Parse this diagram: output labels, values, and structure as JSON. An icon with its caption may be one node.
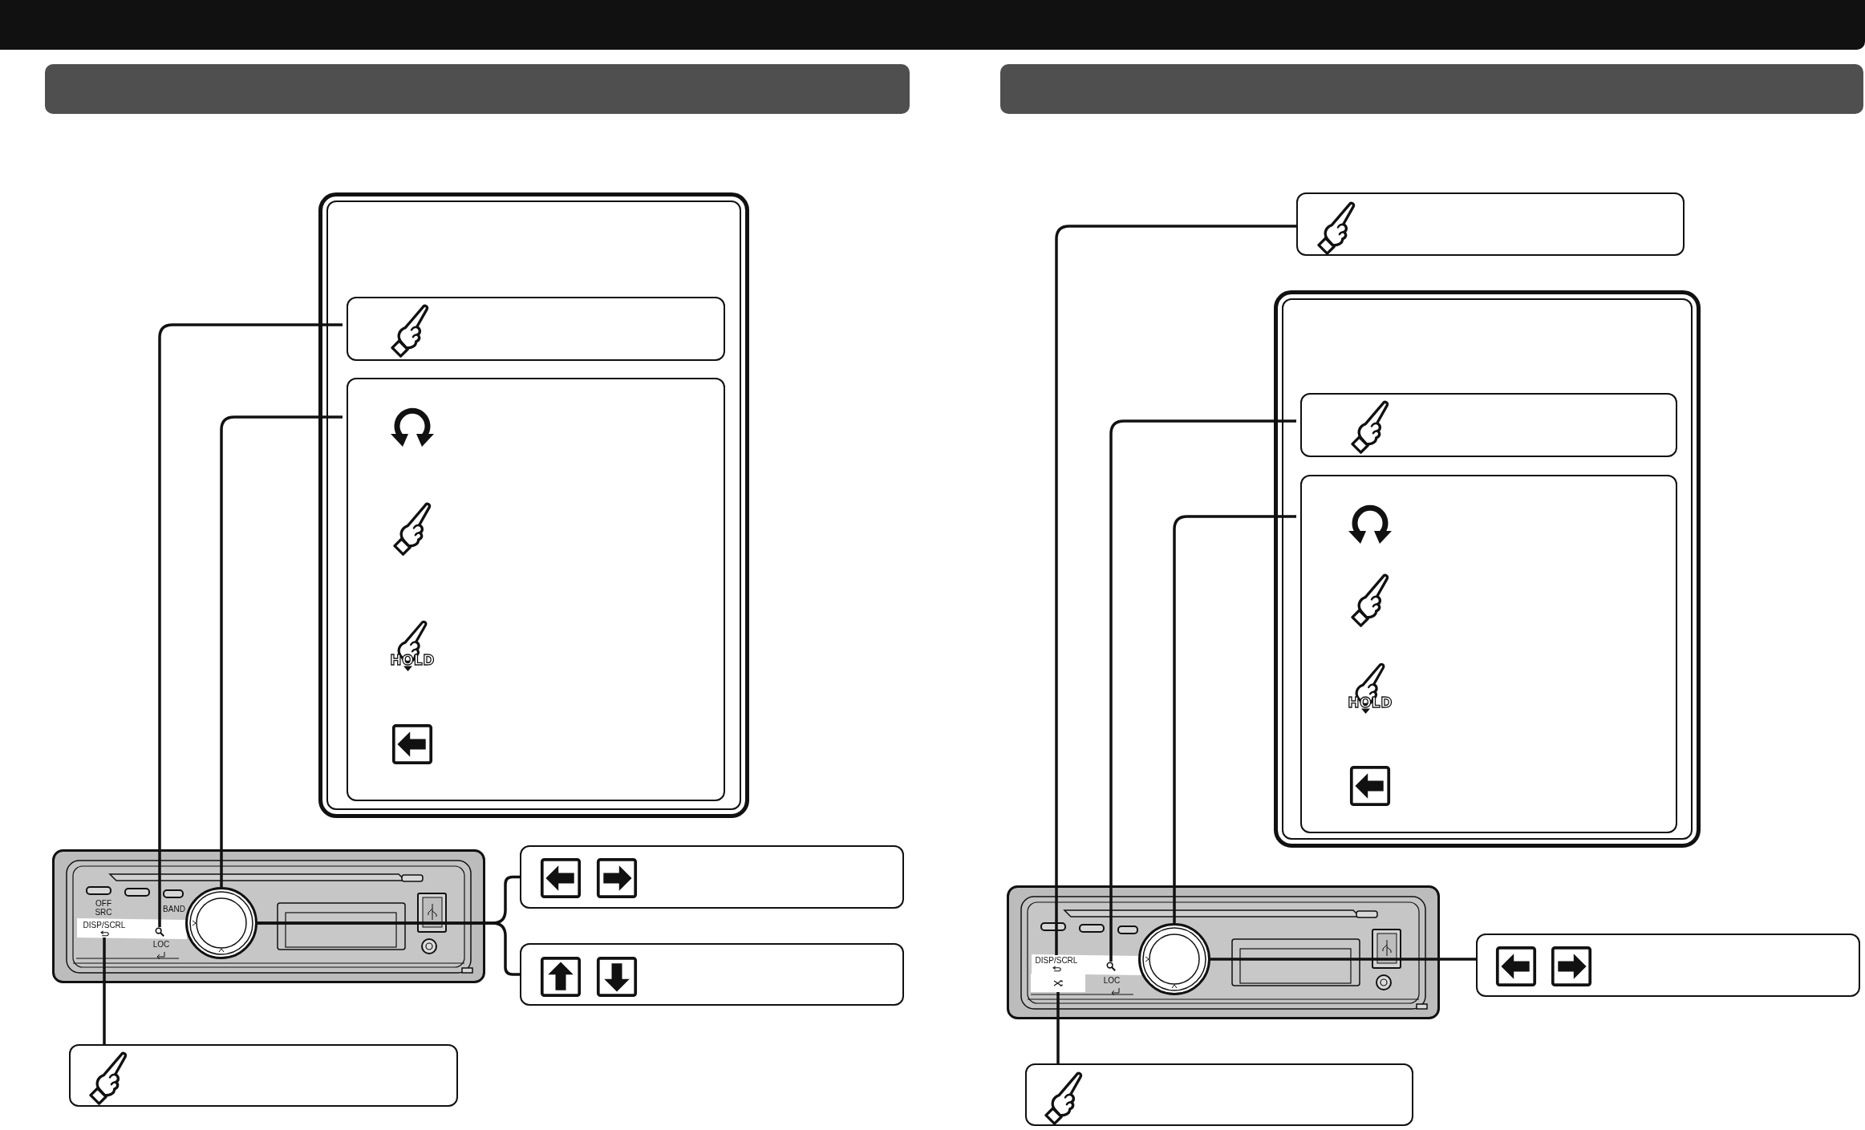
{
  "diagram": {
    "nodes": [
      {
        "text": [],
        "shape": "box"
      },
      {
        "text": [],
        "shape": "box",
        "in": 0
      },
      {
        "text": [
          "HOLD"
        ],
        "in": 0
      },
      {
        "text": [],
        "shape": "box"
      },
      {
        "text": [],
        "shape": "box"
      },
      {
        "text": [],
        "shape": "picture"
      },
      {
        "text": [],
        "shape": "circle"
      },
      {
        "text": [
          "DISP/SCRL"
        ]
      },
      {
        "text": [],
        "shape": "box"
      },
      {
        "text": [],
        "shape": "box"
      },
      {
        "text": [],
        "shape": "box"
      },
      {
        "text": [],
        "shape": "box",
        "in": 10
      },
      {
        "text": [
          "HOLD"
        ],
        "in": 10
      },
      {
        "text": [
          "DISP/SCRL"
        ]
      },
      {
        "text": [],
        "shape": "picture"
      },
      {
        "text": [],
        "shape": "circle"
      },
      {
        "text": [],
        "shape": "box"
      },
      {
        "text": [],
        "shape": "box"
      },
      {
        "text": [],
        "shape": "box"
      }
    ],
    "edges": [
      {
        "from": 1,
        "to": 5,
        "arrow": "none"
      },
      {
        "from": 2,
        "to": 6,
        "arrow": "none"
      },
      {
        "from": 3,
        "to": 6,
        "arrow": "none"
      },
      {
        "from": 4,
        "to": 6,
        "arrow": "none"
      },
      {
        "from": 8,
        "to": 7,
        "arrow": "none"
      },
      {
        "from": 9,
        "to": 13,
        "arrow": "none"
      },
      {
        "from": 11,
        "to": 14,
        "arrow": "none"
      },
      {
        "from": 12,
        "to": 15,
        "arrow": "none"
      },
      {
        "from": 16,
        "to": 15,
        "arrow": "none"
      },
      {
        "from": 18,
        "to": 17,
        "arrow": "none"
      }
    ],
    "labels": [
      "OFF",
      "SRC",
      "BAND",
      "LOC",
      "LOC"
    ]
  }
}
